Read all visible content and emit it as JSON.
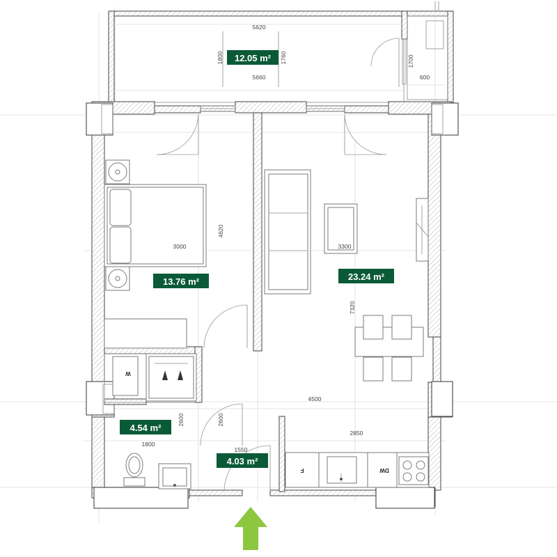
{
  "plan": {
    "rooms": [
      {
        "id": "balcony",
        "area": "12.05 m²"
      },
      {
        "id": "bedroom",
        "area": "13.76 m²"
      },
      {
        "id": "living",
        "area": "23.24 m²"
      },
      {
        "id": "bathroom",
        "area": "4.54 m²"
      },
      {
        "id": "hall",
        "area": "4.03 m²"
      }
    ],
    "dimensions": {
      "balcony_top": "5620",
      "balcony_bottom": "5660",
      "balcony_left": "1800",
      "balcony_right": "1760",
      "balcony_side_height": "1700",
      "balcony_side_width": "600",
      "bedroom_width": "3000",
      "bedroom_height": "4620",
      "living_width": "3300",
      "living_height": "7320",
      "apartment_width": "4500",
      "kitchen_width": "2850",
      "bath_height_left": "2600",
      "bath_height_right": "2600",
      "bath_width": "1800",
      "hall_width": "1550"
    },
    "appliances": {
      "washer": "W",
      "fridge": "F",
      "dishwasher": "DW"
    },
    "colors": {
      "badge": "#0b5a37",
      "entrance_arrow": "#8dc63f"
    }
  }
}
